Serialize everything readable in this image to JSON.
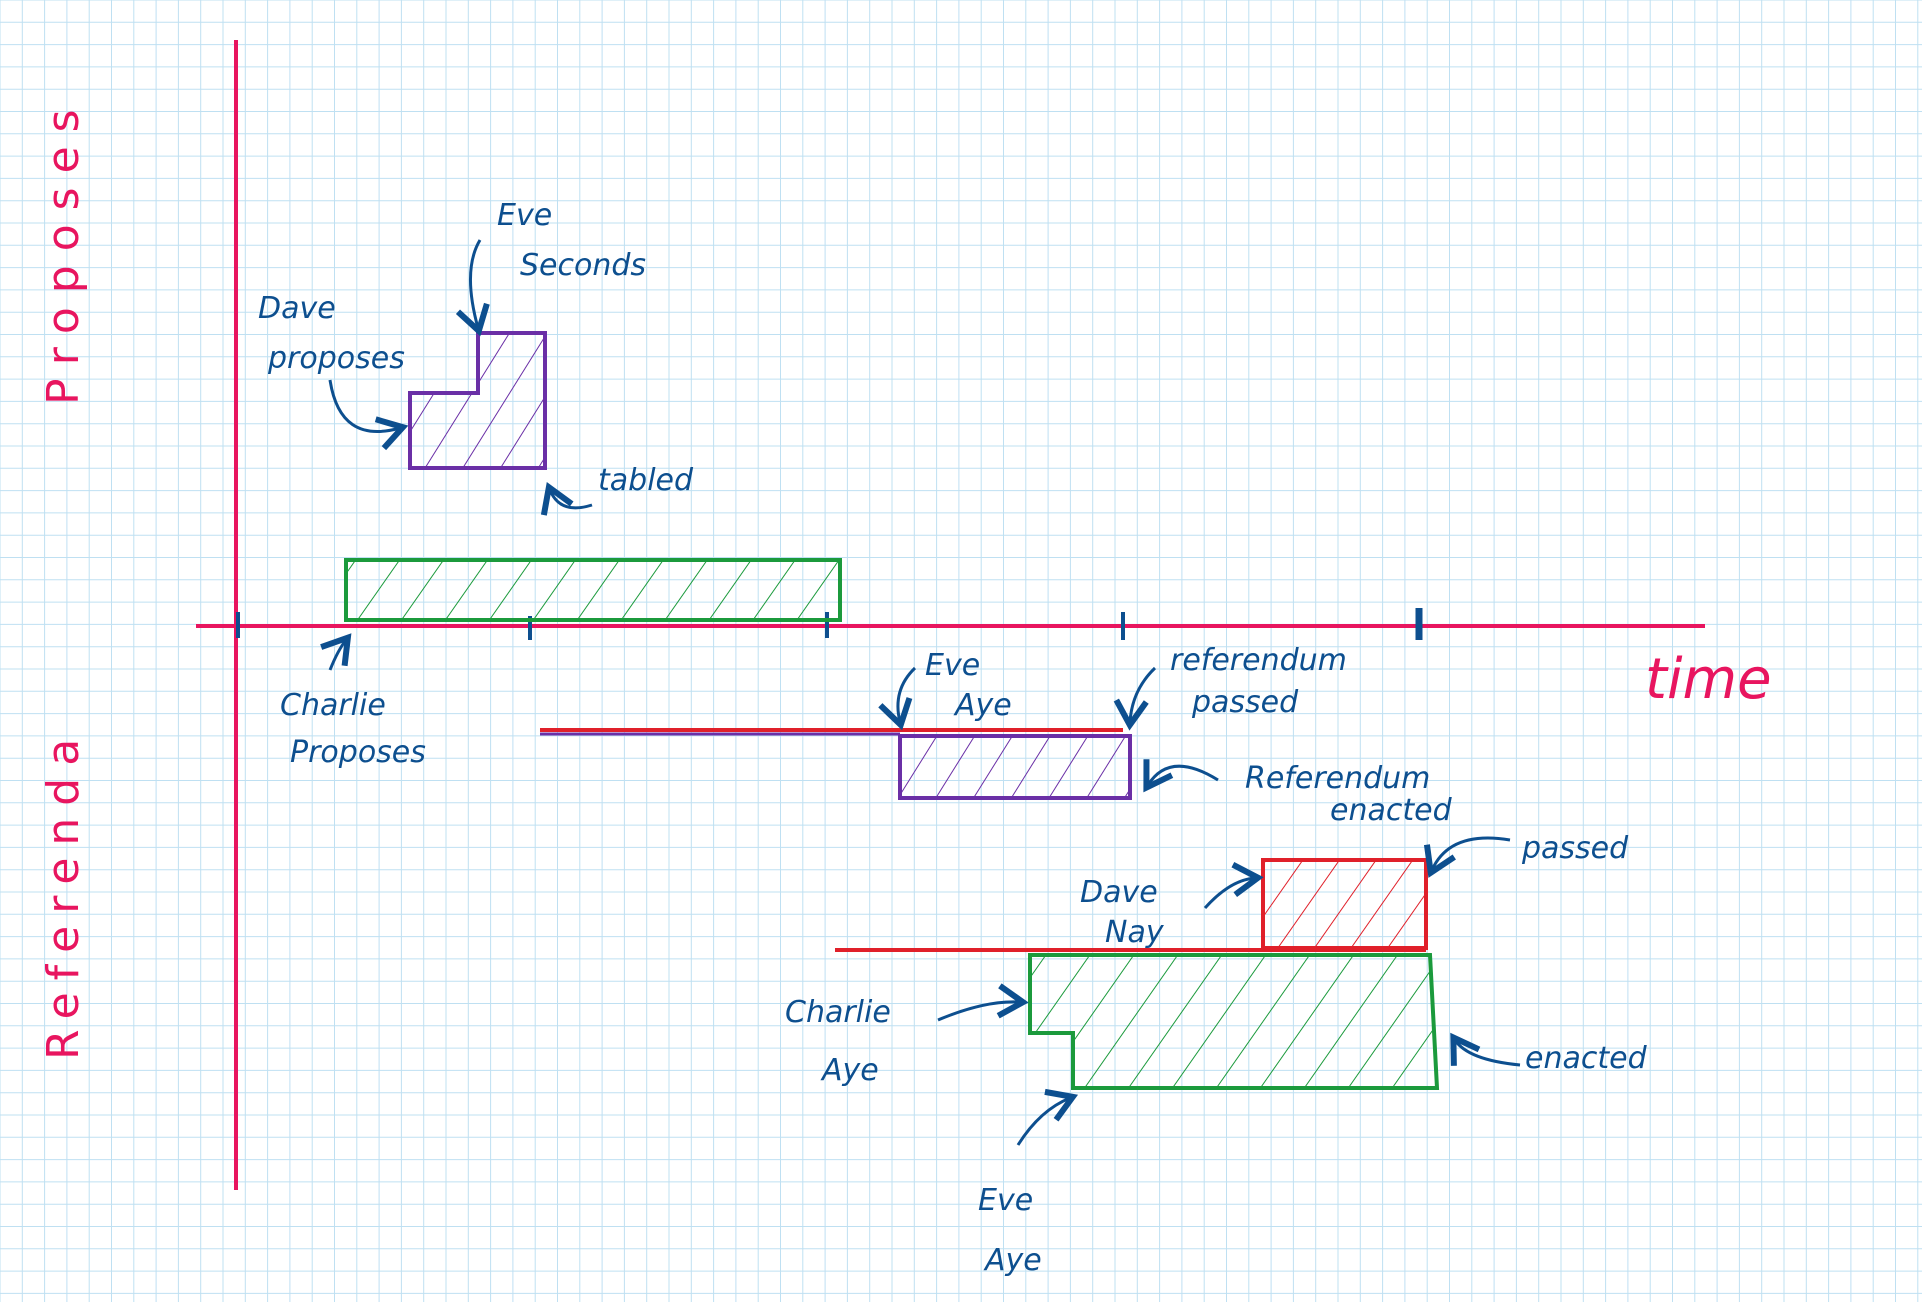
{
  "axes": {
    "x_label": "time",
    "upper_label": "Proposes",
    "lower_label": "Referenda"
  },
  "colors": {
    "grid": "#bfe0f2",
    "axis": "#e8155f",
    "green": "#1b9a3c",
    "purple": "#6a2fa6",
    "red": "#e0202a",
    "ink": "#0d4f8f"
  },
  "annotations": {
    "charlie_proposes": [
      "Charlie",
      "Proposes"
    ],
    "dave_proposes": [
      "Dave",
      "proposes"
    ],
    "eve_seconds": [
      "Eve",
      "Seconds"
    ],
    "tabled": "tabled",
    "eve_aye_top": [
      "Eve",
      "Aye"
    ],
    "referendum_passed": [
      "referendum",
      "passed"
    ],
    "referendum_enacted": [
      "Referendum",
      "enacted"
    ],
    "dave_nay": [
      "Dave",
      "Nay"
    ],
    "passed": "passed",
    "charlie_aye": [
      "Charlie",
      "Aye"
    ],
    "enacted": "enacted",
    "eve_aye_bottom": [
      "Eve",
      "Aye"
    ]
  }
}
